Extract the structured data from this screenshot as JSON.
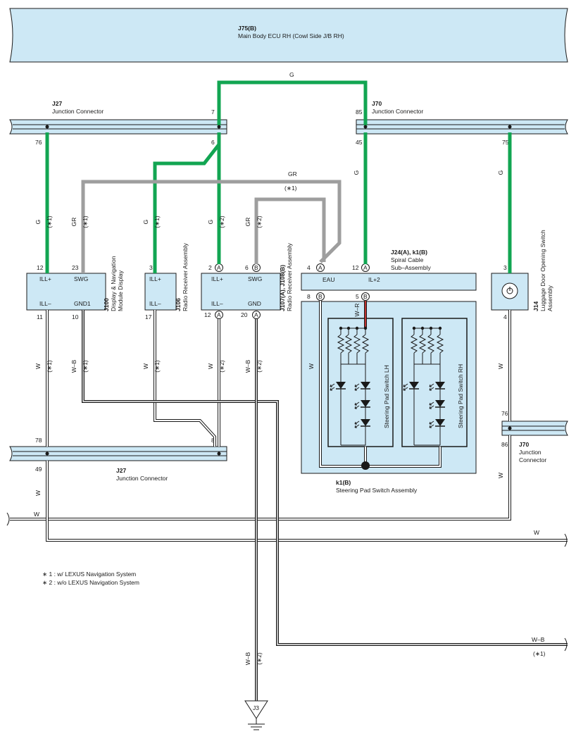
{
  "ecu": {
    "code": "J75(B)",
    "name": "Main Body ECU RH (Cowl Side J/B RH)"
  },
  "j27_top": {
    "code": "J27",
    "name": "Junction Connector",
    "pin_76": "76",
    "pin_7": "7",
    "pin_6": "6"
  },
  "j70_top": {
    "code": "J70",
    "name": "Junction Connector",
    "pin_85": "85",
    "pin_45": "45",
    "pin_75": "75"
  },
  "j27_bot": {
    "code": "J27",
    "name": "Junction Connector",
    "pin_78": "78",
    "pin_8": "8",
    "pin_49": "49"
  },
  "j70_right": {
    "code": "J70",
    "name_1": "Junction",
    "name_2": "Connector",
    "pin_76": "76",
    "pin_86": "86"
  },
  "j100": {
    "code": "J100",
    "name_1": "Display & Navigation",
    "name_2": "Module Display",
    "ill_plus": "ILL+",
    "swg": "SWG",
    "ill_minus": "ILL–",
    "gnd1": "GND1",
    "pin_12": "12",
    "pin_23": "23",
    "pin_11": "11",
    "pin_10": "10"
  },
  "j106": {
    "code": "J106",
    "name": "Radio Receiver Assembly",
    "ill_plus": "ILL+",
    "ill_minus": "ILL–",
    "pin_3": "3",
    "pin_17": "17"
  },
  "j107": {
    "code": "J107(A), J108(B)",
    "name": "Radio Receiver Assembly",
    "ill_plus": "ILL+",
    "swg": "SWG",
    "ill_minus": "ILL–",
    "gnd": "GND",
    "pin_2": "2",
    "pin_6": "6",
    "pin_12": "12",
    "pin_20": "20",
    "conn_a": "A",
    "conn_b": "B"
  },
  "j24": {
    "code": "J24(A), k1(B)",
    "name_1": "Spiral Cable",
    "name_2": "Sub–Assembly",
    "eau": "EAU",
    "il2": "IL+2",
    "pin_4": "4",
    "pin_12": "12",
    "pin_8": "8",
    "pin_5": "5"
  },
  "k1": {
    "code": "k1(B)",
    "name": "Steering Pad Switch Assembly",
    "lh": "Steering Pad Switch LH",
    "rh": "Steering Pad Switch RH"
  },
  "j14": {
    "code": "J14",
    "name_1": "Luggage Door Opening Switch",
    "name_2": "Assembly",
    "pin_3": "3",
    "pin_4": "4"
  },
  "ground": {
    "code": "J3"
  },
  "wires": {
    "g": "G",
    "gr": "GR",
    "w": "W",
    "wb": "W–B",
    "wr": "W–R",
    "n1": "(∗1)",
    "n2": "(∗2)"
  },
  "notes": {
    "note1": "∗ 1 : w/ LEXUS Navigation System",
    "note2": "∗ 2 : w/o LEXUS Navigation System"
  },
  "colors": {
    "green": "#12a552",
    "gray": "#9e9e9e",
    "box": "#cde8f5",
    "red": "#e53935"
  }
}
